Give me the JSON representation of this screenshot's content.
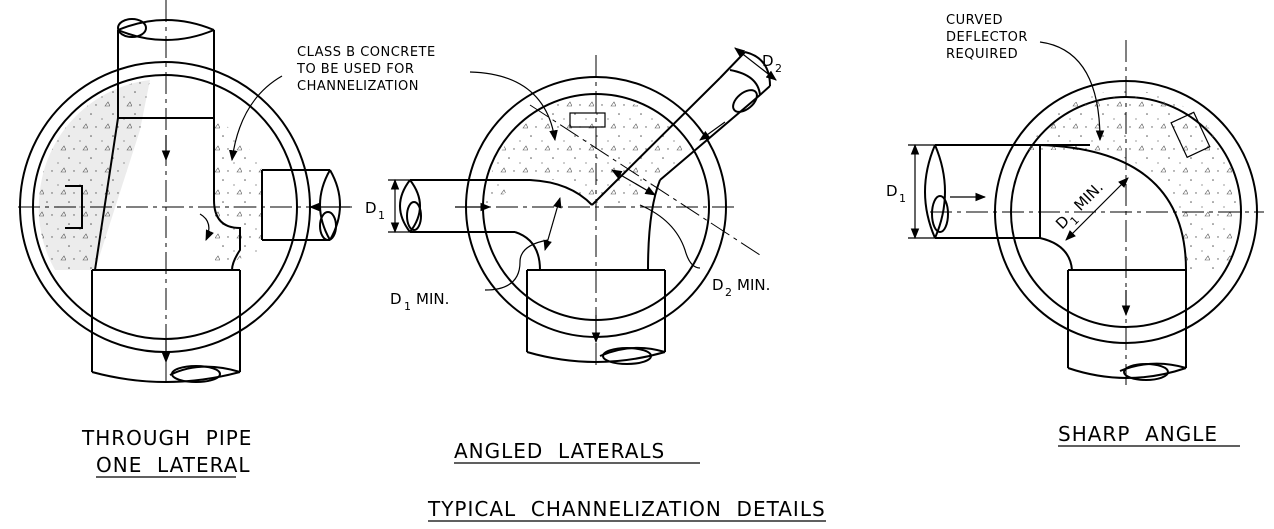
{
  "notes": {
    "class_b_line1": "CLASS B CONCRETE",
    "class_b_line2": "TO BE USED FOR",
    "class_b_line3": "CHANNELIZATION",
    "curved_line1": "CURVED",
    "curved_line2": "DEFLECTOR",
    "curved_line3": "REQUIRED"
  },
  "dimensions": {
    "d_symbol": "D",
    "sub_1": "1",
    "sub_2": "2",
    "min": "MIN."
  },
  "captions": {
    "through_line1": "THROUGH  PIPE",
    "through_line2": "ONE  LATERAL",
    "angled": "ANGLED  LATERALS",
    "sharp": "SHARP  ANGLE"
  },
  "title": "TYPICAL  CHANNELIZATION  DETAILS"
}
